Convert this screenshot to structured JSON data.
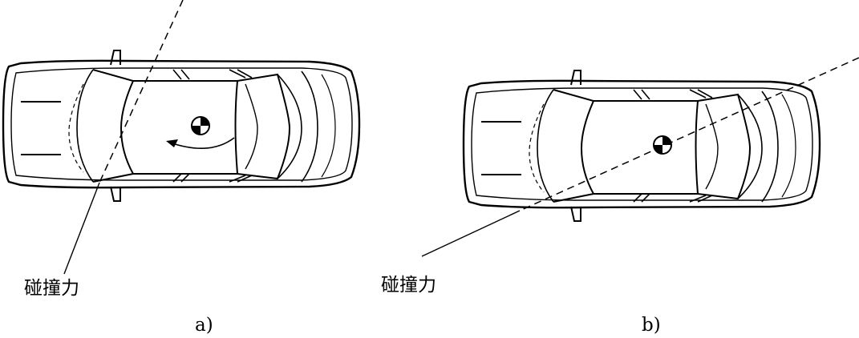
{
  "panel_a": {
    "force_label": "碰撞力",
    "caption": "a)"
  },
  "panel_b": {
    "force_label": "碰撞力",
    "caption": "b)"
  },
  "colors": {
    "stroke": "#000000",
    "background": "#ffffff"
  }
}
